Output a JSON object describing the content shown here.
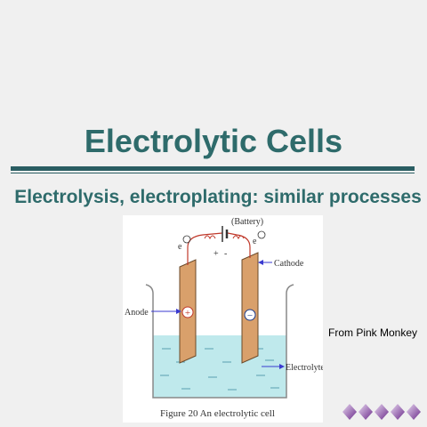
{
  "slide": {
    "title": "Electrolytic Cells",
    "subtitle": "Electrolysis, electroplating: similar processes",
    "credit": "From Pink Monkey"
  },
  "figure": {
    "battery_label": "(Battery)",
    "electron_left": "e",
    "electron_right": "e",
    "plus_terminal": "+",
    "minus_terminal": "-",
    "cathode_label": "Cathode",
    "anode_label": "Anode",
    "electrolyte_label": "Electrolyte",
    "caption": "Figure 20    An electrolytic cell",
    "anode_sign": "+",
    "cathode_sign": "−"
  },
  "colors": {
    "title": "#2e6b6b",
    "rule": "#2a5d62",
    "electrode": "#d9a06b",
    "electrolyte": "#bfe9ec",
    "wire": "#c0392b",
    "arrow": "#3a3ad0",
    "diamond": "#7a3a9a"
  }
}
